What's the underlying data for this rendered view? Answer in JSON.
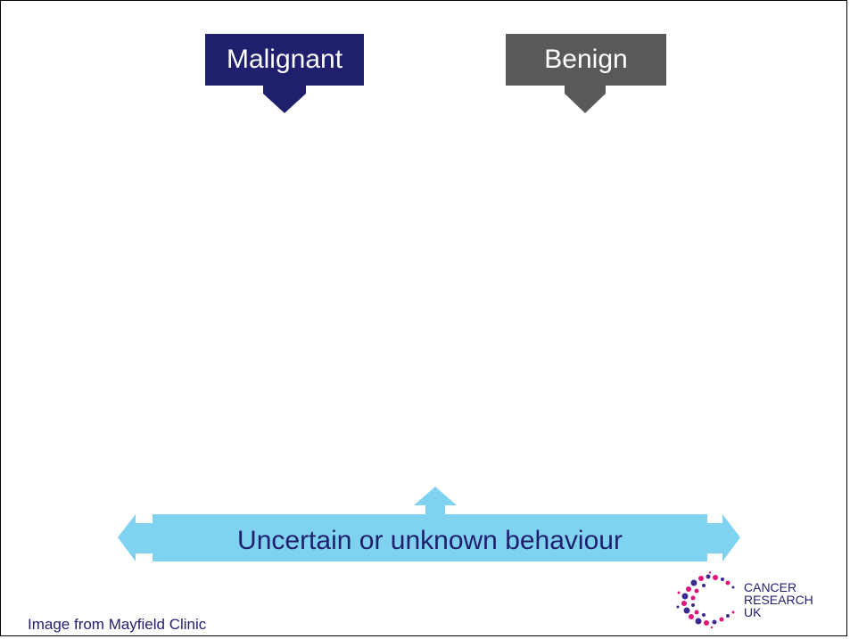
{
  "slide": {
    "malignant_label": "Malignant",
    "benign_label": "Benign",
    "uncertain_label": "Uncertain or unknown behaviour",
    "image_credit": "Image from Mayfield Clinic"
  },
  "logo": {
    "line1": "CANCER",
    "line2": "RESEARCH",
    "line3": "UK"
  },
  "colors": {
    "malignant_box": "#1f1f6e",
    "benign_box": "#595959",
    "uncertain_arrow": "#7fd3f0",
    "text_navy": "#1f1f6e",
    "logo_pink": "#e0157a",
    "logo_purple": "#3b2a8f"
  },
  "icons": {
    "malignant_arrow": "arrow-down-icon",
    "benign_arrow": "arrow-down-icon",
    "uncertain_arrow": "arrow-left-right-up-icon",
    "logo": "cancer-research-uk-logo-icon"
  }
}
